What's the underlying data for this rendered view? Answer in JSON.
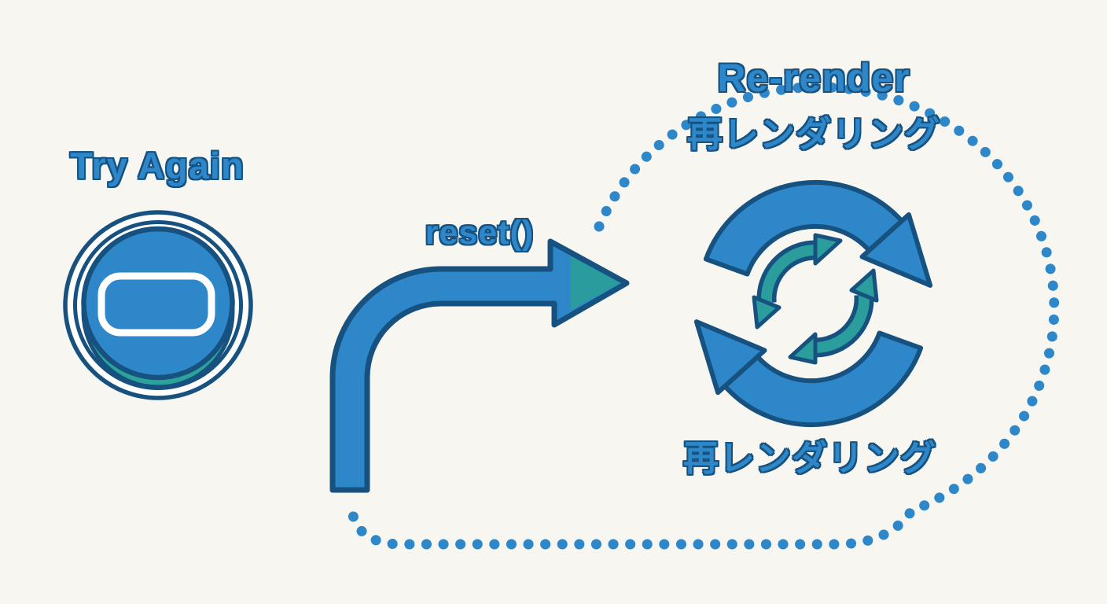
{
  "diagram": {
    "background_color": "#f7f6f1",
    "colors": {
      "primary_blue": "#2e87c8",
      "outline_navy": "#17517f",
      "teal_accent": "#2aa096",
      "dot_blue": "#2e87c8",
      "button_ring_white": "#ffffff"
    },
    "labels": {
      "try_again": "Try Again",
      "reset_call": "reset()",
      "rerender_en": "Re-render",
      "rerender_ja_top": "再レンダリング",
      "rerender_ja_bottom": "再レンダリング"
    },
    "icons": {
      "button": "try-again-button-icon",
      "reset_arrow": "curved-reset-arrow-icon",
      "cycle": "rerender-cycle-icon",
      "dotted_loop": "dotted-cycle-path-icon"
    }
  }
}
